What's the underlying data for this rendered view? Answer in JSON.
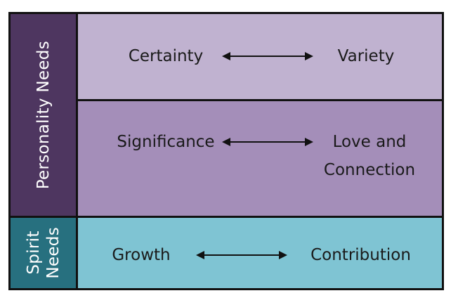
{
  "colors": {
    "personality_side": "#4e3660",
    "spirit_side": "#27707f",
    "row1": "#c0b2d0",
    "row2": "#a48eb9",
    "row3": "#7fc4d3",
    "border": "#111111"
  },
  "groups": {
    "personality": "Personality Needs",
    "spirit": "Spirit\nNeeds"
  },
  "rows": [
    {
      "left": "Certainty",
      "right": "Variety"
    },
    {
      "left": "Significance",
      "right": "Love and\nConnection"
    },
    {
      "left": "Growth",
      "right": "Contribution"
    }
  ],
  "icons": {
    "arrow": "double-headed-arrow-icon"
  }
}
